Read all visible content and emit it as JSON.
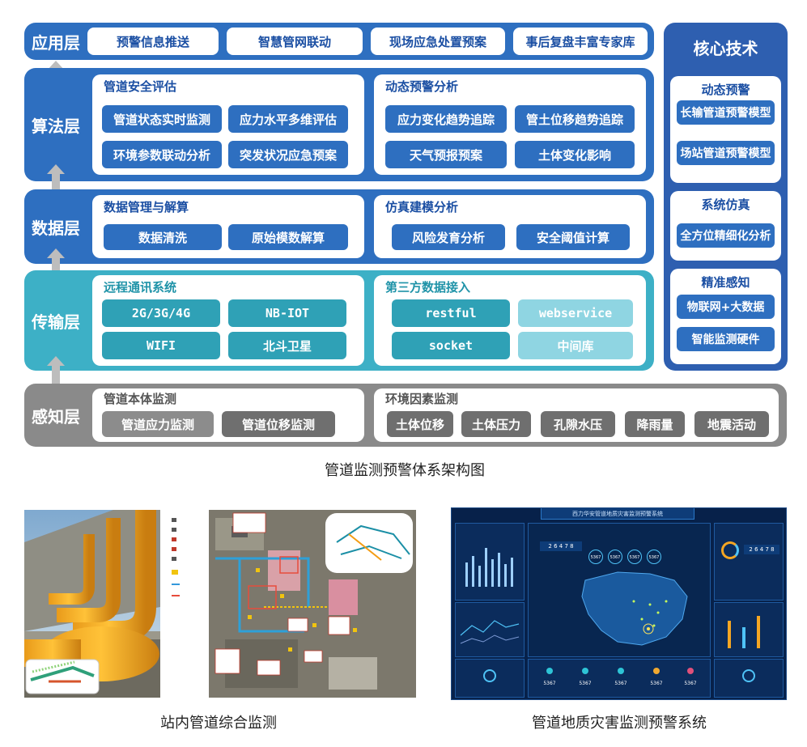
{
  "layers": {
    "app": {
      "name": "应用层",
      "items": [
        "预警信息推送",
        "智慧管网联动",
        "现场应急处置预案",
        "事后复盘丰富专家库"
      ]
    },
    "algo": {
      "name": "算法层",
      "left": {
        "title": "管道安全评估",
        "items": [
          "管道状态实时监测",
          "应力水平多维评估",
          "环境参数联动分析",
          "突发状况应急预案"
        ]
      },
      "right": {
        "title": "动态预警分析",
        "items": [
          "应力变化趋势追踪",
          "管土位移趋势追踪",
          "天气预报预案",
          "土体变化影响"
        ]
      }
    },
    "data": {
      "name": "数据层",
      "left": {
        "title": "数据管理与解算",
        "items": [
          "数据清洗",
          "原始模数解算"
        ]
      },
      "right": {
        "title": "仿真建模分析",
        "items": [
          "风险发育分析",
          "安全阈值计算"
        ]
      }
    },
    "transport": {
      "name": "传输层",
      "left": {
        "title": "远程通讯系统",
        "items": [
          "2G/3G/4G",
          "NB-IOT",
          "WIFI",
          "北斗卫星"
        ]
      },
      "right": {
        "title": "第三方数据接入",
        "items": [
          "restful",
          "webservice",
          "socket",
          "中间库"
        ]
      }
    },
    "sense": {
      "name": "感知层",
      "left": {
        "title": "管道本体监测",
        "items": [
          "管道应力监测",
          "管道位移监测"
        ]
      },
      "right": {
        "title": "环境因素监测",
        "items": [
          "土体位移",
          "土体压力",
          "孔隙水压",
          "降雨量",
          "地震活动"
        ]
      }
    }
  },
  "core": {
    "title": "核心技术",
    "groups": [
      {
        "title": "动态预警",
        "items": [
          "长输管道预警模型",
          "场站管道预警模型"
        ]
      },
      {
        "title": "系统仿真",
        "items": [
          "全方位精细化分析"
        ]
      },
      {
        "title": "精准感知",
        "items": [
          "物联网+大数据",
          "智能监测硬件"
        ]
      }
    ]
  },
  "captions": {
    "diagram": "管道监测预警体系架构图",
    "photo": "站内管道综合监测",
    "dashboard": "管道地质灾害监测预警系统"
  },
  "dashboard": {
    "header_title": "西力华安管道地质灾害监测预警系统",
    "digits_top": "2 6 4 7 8",
    "digits_right": "2 6 4 7 8",
    "bubbles": [
      "5367",
      "5367",
      "5367",
      "5367"
    ],
    "bottom_stats": [
      "5367",
      "5367",
      "5367",
      "5367",
      "5367"
    ]
  },
  "colors": {
    "app_blue": "#2e6fc0",
    "algo_blue": "#2e6fc0",
    "data_blue": "#2e6fc0",
    "transport_teal": "#3db0c6",
    "sense_gray": "#8a8a8a",
    "core_blue": "#2e5fb0"
  }
}
